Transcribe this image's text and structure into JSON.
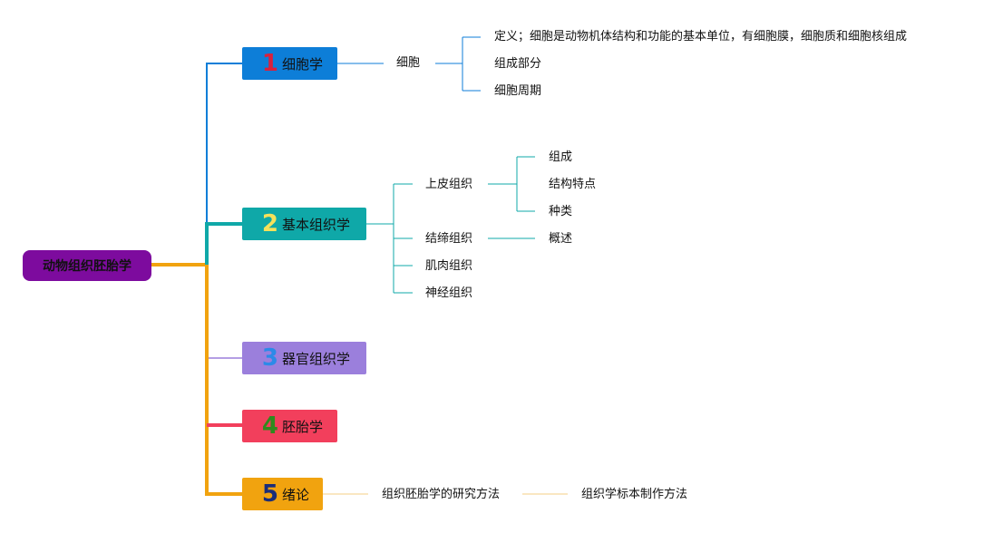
{
  "root": {
    "label": "动物组织胚胎学"
  },
  "topics": [
    {
      "number": "1",
      "label": "细胞学",
      "color": "#0d7ed8",
      "num_color": "#d8213e"
    },
    {
      "number": "2",
      "label": "基本组织学",
      "color": "#0fa8a8",
      "num_color": "#f5e15a"
    },
    {
      "number": "3",
      "label": "器官组织学",
      "color": "#9b7fdc",
      "num_color": "#2c8ae8"
    },
    {
      "number": "4",
      "label": "胚胎学",
      "color": "#f23f5c",
      "num_color": "#2f8a1e"
    },
    {
      "number": "5",
      "label": "绪论",
      "color": "#f1a30f",
      "num_color": "#1a2d78"
    }
  ],
  "nodes": {
    "cell": "细胞",
    "cell_definition": "定义；细胞是动物机体结构和功能的基本单位，有细胞膜，细胞质和细胞核组成",
    "cell_parts": "组成部分",
    "cell_cycle": "细胞周期",
    "epithelial": "上皮组织",
    "epi_composition": "组成",
    "epi_features": "结构特点",
    "epi_types": "种类",
    "connective": "结缔组织",
    "conn_overview": "概述",
    "muscle": "肌肉组织",
    "nerve": "神经组织",
    "methods": "组织胚胎学的研究方法",
    "specimen": "组织学标本制作方法"
  }
}
